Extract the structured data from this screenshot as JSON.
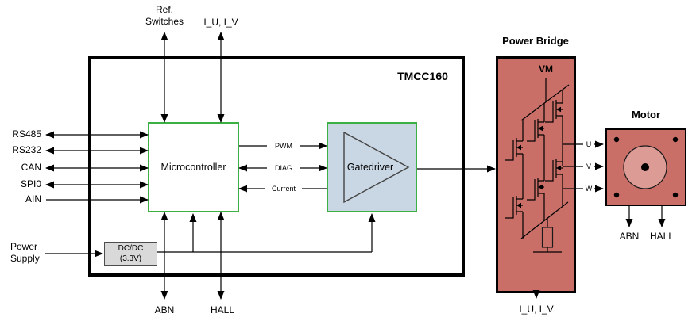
{
  "diagram": {
    "title": "TMCC160",
    "top_labels": {
      "ref_switches": "Ref.\nSwitches",
      "iu_iv": "I_U, I_V"
    },
    "left_ports": [
      "RS485",
      "RS232",
      "CAN",
      "SPI0",
      "AIN"
    ],
    "power_supply": "Power\nSupply",
    "blocks": {
      "microcontroller": "Microcontroller",
      "gatedriver": "Gatedriver",
      "dcdc": "DC/DC\n(3.3V)",
      "power_bridge": "Power Bridge",
      "motor": "Motor"
    },
    "signals": {
      "pwm": "PWM",
      "diag": "DIAG",
      "current": "Current"
    },
    "bottom_labels": {
      "abn": "ABN",
      "hall": "HALL"
    },
    "bridge": {
      "vm": "VM",
      "sense": "I_U, I_V"
    },
    "motor_ports": {
      "u": "U",
      "v": "V",
      "w": "W",
      "abn": "ABN",
      "hall": "HALL"
    },
    "colors": {
      "bridge_fill": "#c96f68",
      "rotor_fill": "#dc9b94",
      "gatedriver_fill": "#c9d6e3",
      "dcdc_fill": "#d9d9d9",
      "block_border_green": "#3cb043"
    }
  }
}
